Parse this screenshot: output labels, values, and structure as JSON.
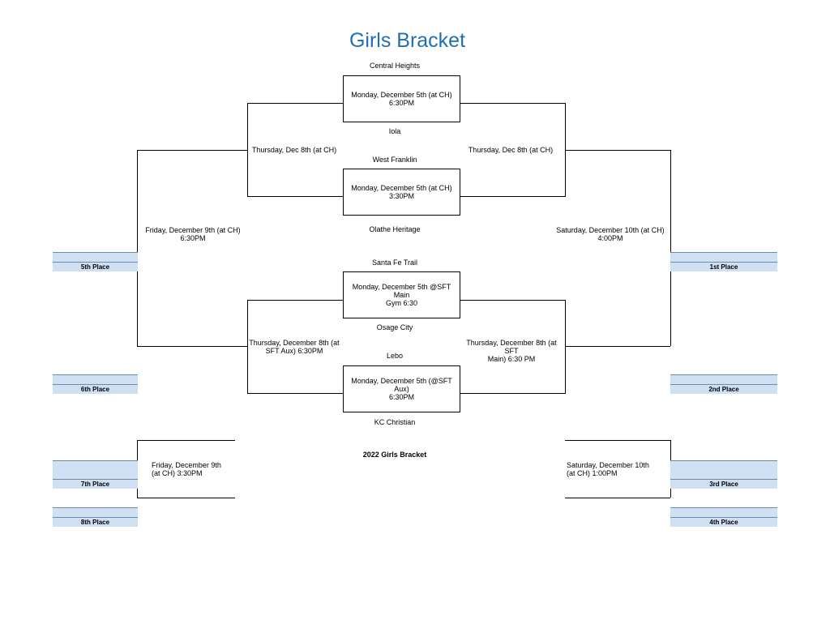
{
  "title": "Girls Bracket",
  "footer_title": "2022 Girls Bracket",
  "teams": {
    "central_heights": "Central Heights",
    "iola": "Iola",
    "west_franklin": "West Franklin",
    "olathe_heritage": "Olathe Heritage",
    "santa_fe_trail": "Santa Fe Trail",
    "osage_city": "Osage City",
    "lebo": "Lebo",
    "kc_christian": "KC Christian"
  },
  "games": {
    "g1": [
      "Monday, December 5th (at CH)",
      "6:30PM"
    ],
    "g2": [
      "Monday, December 5th (at CH)",
      "3:30PM"
    ],
    "g3": [
      "Monday, December 5th @SFT Main",
      "Gym 6:30"
    ],
    "g4": [
      "Monday, December 5th (@SFT Aux)",
      "6:30PM"
    ],
    "qf_left_top": "Thursday, Dec 8th (at CH)",
    "qf_right_top": "Thursday, Dec 8th (at CH)",
    "qf_left_bottom": [
      "Thursday, December 8th (at",
      "SFT Aux) 6:30PM"
    ],
    "qf_right_bottom": [
      "Thursday, December 8th (at SFT",
      "Main) 6:30 PM"
    ],
    "sf_left": [
      "Friday, December 9th (at CH)",
      "6:30PM"
    ],
    "sf_right": [
      "Saturday, December 10th (at CH)",
      "4:00PM"
    ],
    "cons_left": [
      "Friday, December 9th",
      "(at CH) 3:30PM"
    ],
    "cons_right": [
      "Saturday, December 10th",
      "(at CH) 1:00PM"
    ]
  },
  "places": {
    "p1": "1st Place",
    "p2": "2nd Place",
    "p3": "3rd Place",
    "p4": "4th Place",
    "p5": "5th Place",
    "p6": "6th Place",
    "p7": "7th Place",
    "p8": "8th Place"
  }
}
